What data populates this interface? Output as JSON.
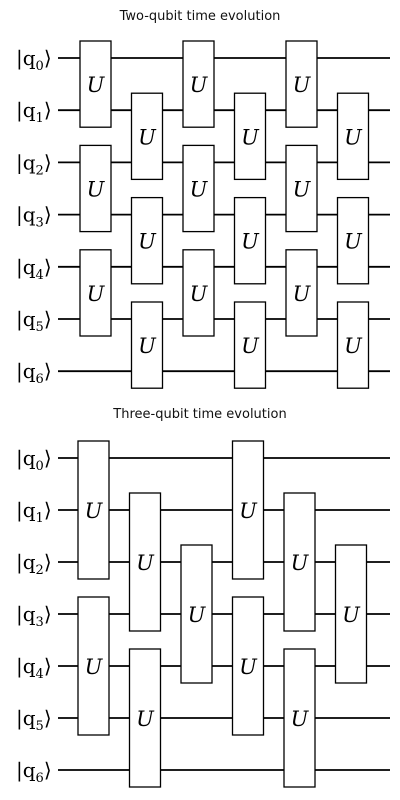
{
  "circuits": [
    {
      "title": "Two-qubit time evolution",
      "qubits": [
        "q0",
        "q1",
        "q2",
        "q3",
        "q4",
        "q5",
        "q6"
      ],
      "gate_label": "U",
      "layers": [
        [
          [
            0,
            1
          ],
          [
            2,
            3
          ],
          [
            4,
            5
          ]
        ],
        [
          [
            1,
            2
          ],
          [
            3,
            4
          ],
          [
            5,
            6
          ]
        ],
        [
          [
            0,
            1
          ],
          [
            2,
            3
          ],
          [
            4,
            5
          ]
        ],
        [
          [
            1,
            2
          ],
          [
            3,
            4
          ],
          [
            5,
            6
          ]
        ],
        [
          [
            0,
            1
          ],
          [
            2,
            3
          ],
          [
            4,
            5
          ]
        ],
        [
          [
            1,
            2
          ],
          [
            3,
            4
          ],
          [
            5,
            6
          ]
        ]
      ]
    },
    {
      "title": "Three-qubit time evolution",
      "qubits": [
        "q0",
        "q1",
        "q2",
        "q3",
        "q4",
        "q5",
        "q6"
      ],
      "gate_label": "U",
      "layers": [
        [
          [
            0,
            2
          ],
          [
            3,
            5
          ]
        ],
        [
          [
            1,
            3
          ],
          [
            4,
            6
          ]
        ],
        [
          [
            2,
            4
          ]
        ],
        [
          [
            0,
            2
          ],
          [
            3,
            5
          ]
        ],
        [
          [
            1,
            3
          ],
          [
            4,
            6
          ]
        ],
        [
          [
            2,
            4
          ]
        ]
      ]
    }
  ]
}
